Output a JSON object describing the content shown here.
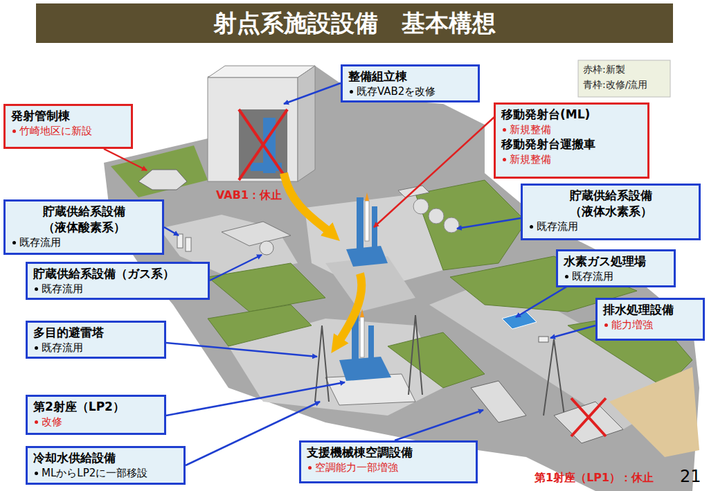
{
  "diagram": {
    "title": "射点系施設設備　基本構想",
    "nodes": [
      {
        "text": [
          "整備組立棟",
          "既存VAB2を改修"
        ]
      },
      {
        "text": [
          "発射管制棟",
          "竹崎地区に新設"
        ]
      },
      {
        "text": [
          "移動発射台(ML)",
          "新規整備",
          "移動発射台運搬車",
          "新規整備"
        ]
      },
      {
        "text": [
          "貯蔵供給系設備 （液体酸素系）",
          "既存流用"
        ]
      },
      {
        "text": [
          "貯蔵供給系設備 （液体水素系）",
          "既存流用"
        ]
      },
      {
        "text": [
          "貯蔵供給系設備（ガス系）",
          "既存流用"
        ]
      },
      {
        "text": [
          "水素ガス処理場",
          "既存流用"
        ]
      },
      {
        "text": [
          "排水処理設備",
          "能力増強"
        ]
      },
      {
        "text": [
          "多目的避雷塔",
          "既存流用"
        ]
      },
      {
        "text": [
          "第2射座（LP2）",
          "改修"
        ]
      },
      {
        "text": [
          "冷却水供給設備",
          "MLからLP2に一部移設"
        ]
      },
      {
        "text": [
          "支援機械棟空調設備",
          "空調能力一部増強"
        ]
      }
    ],
    "labels": [
      "VAB1：休止",
      "第1射座（LP1）：休止",
      "21"
    ],
    "legend": [
      {
        "text": "赤枠:新製"
      },
      {
        "text": "青枠:改修/流用"
      }
    ]
  }
}
